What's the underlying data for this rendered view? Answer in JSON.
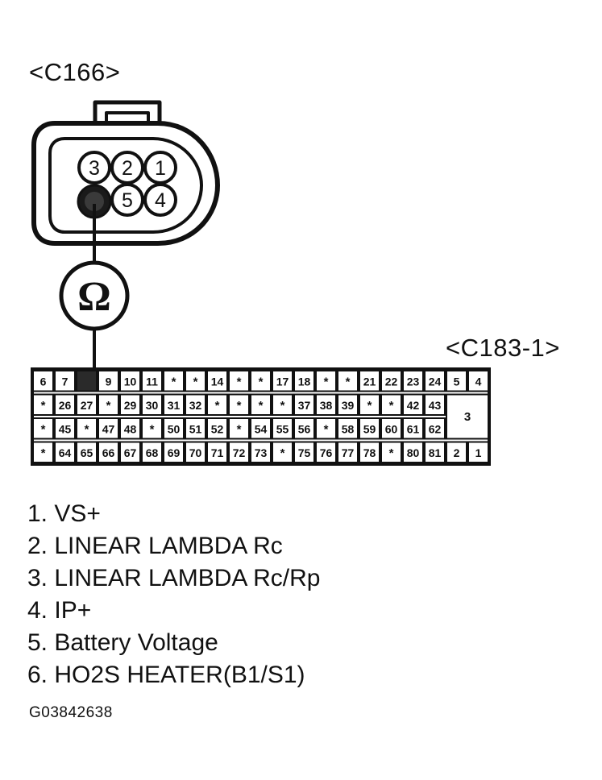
{
  "connector_c166": {
    "label": "<C166>",
    "pins": [
      "3",
      "2",
      "1",
      "5",
      "4"
    ]
  },
  "connector_c183": {
    "label": "<C183-1>",
    "rows": [
      [
        "6",
        "7",
        "",
        "9",
        "10",
        "11",
        "*",
        "*",
        "14",
        "*",
        "*",
        "17",
        "18",
        "*",
        "*",
        "21",
        "22",
        "23",
        "24",
        "5",
        "4"
      ],
      [
        "*",
        "26",
        "27",
        "*",
        "29",
        "30",
        "31",
        "32",
        "*",
        "*",
        "*",
        "*",
        "37",
        "38",
        "39",
        "*",
        "*",
        "42",
        "43"
      ],
      [
        "*",
        "45",
        "*",
        "47",
        "48",
        "*",
        "50",
        "51",
        "52",
        "*",
        "54",
        "55",
        "56",
        "*",
        "58",
        "59",
        "60",
        "61",
        "62"
      ],
      [
        "*",
        "64",
        "65",
        "66",
        "67",
        "68",
        "69",
        "70",
        "71",
        "72",
        "73",
        "*",
        "75",
        "76",
        "77",
        "78",
        "*",
        "80",
        "81",
        "2",
        "1"
      ]
    ],
    "big_pin": "3"
  },
  "meter_symbol": "Ω",
  "legend": [
    "1. VS+",
    "2. LINEAR LAMBDA Rc",
    "3. LINEAR LAMBDA Rc/Rp",
    "4. IP+",
    "5. Battery Voltage",
    "6. HO2S HEATER(B1/S1)"
  ],
  "figure_code": "G03842638"
}
